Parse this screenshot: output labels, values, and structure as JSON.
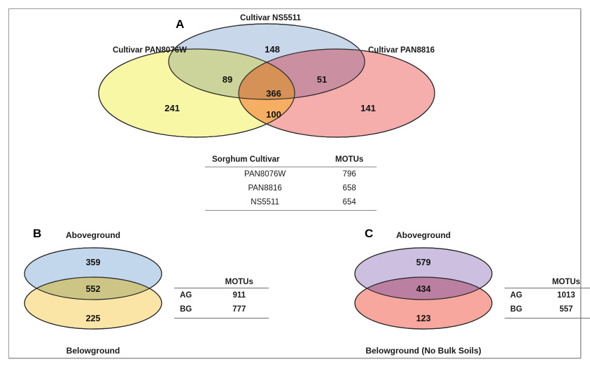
{
  "figure": {
    "panels": [
      {
        "letter": "A",
        "type": "venn3",
        "set_labels": [
          "Cultivar PAN8076W",
          "Cultivar NS5511",
          "Cultivar PAN8816"
        ],
        "regions": {
          "ns5511_only": "148",
          "pan8076w_only": "241",
          "pan8816_only": "141",
          "pan8076w_ns5511": "89",
          "ns5511_pan8816": "51",
          "pan8076w_pan8816": "100",
          "all_three": "366"
        },
        "colors": {
          "pan8076w": "#f8f7a6",
          "ns5511": "#c3d3e8",
          "pan8816": "#f4a7a5",
          "stroke": "#2b2b2b"
        },
        "table": {
          "headers": [
            "Sorghum Cultivar",
            "MOTUs"
          ],
          "rows": [
            [
              "PAN8076W",
              "796"
            ],
            [
              "PAN8816",
              "658"
            ],
            [
              "NS5511",
              "654"
            ]
          ]
        }
      },
      {
        "letter": "B",
        "type": "venn2",
        "top_label": "Aboveground",
        "bottom_label": "Belowground",
        "regions": {
          "top_only": "359",
          "overlap": "552",
          "bottom_only": "225"
        },
        "colors": {
          "top": "#c3d7ec",
          "bottom": "#fae4a6",
          "overlap": "#ccc585",
          "stroke": "#2b2b2b"
        },
        "table": {
          "headers": [
            "",
            "MOTUs"
          ],
          "rows": [
            [
              "AG",
              "911"
            ],
            [
              "BG",
              "777"
            ]
          ]
        }
      },
      {
        "letter": "C",
        "type": "venn2",
        "top_label": "Aboveground",
        "bottom_label": "Belowground (No Bulk Soils)",
        "regions": {
          "top_only": "579",
          "overlap": "434",
          "bottom_only": "123"
        },
        "colors": {
          "top": "#cdbfdf",
          "bottom": "#f7a79e",
          "overlap": "#bb7fa1",
          "stroke": "#2b2b2b"
        },
        "table": {
          "headers": [
            "",
            "MOTUs"
          ],
          "rows": [
            [
              "AG",
              "1013"
            ],
            [
              "BG",
              "557"
            ]
          ]
        }
      }
    ]
  },
  "chart_data": {
    "type": "table",
    "title": "MOTU overlap among sorghum cultivars and above/belowground compartments",
    "diagrams": [
      {
        "panel": "A",
        "kind": "venn3",
        "sets": [
          "Cultivar PAN8076W",
          "Cultivar NS5511",
          "Cultivar PAN8816"
        ],
        "region_values": {
          "PAN8076W only": 241,
          "NS5511 only": 148,
          "PAN8816 only": 141,
          "PAN8076W & NS5511": 89,
          "NS5511 & PAN8816": 51,
          "PAN8076W & PAN8816": 100,
          "all three": 366
        },
        "totals": {
          "PAN8076W": 796,
          "PAN8816": 658,
          "NS5511": 654
        }
      },
      {
        "panel": "B",
        "kind": "venn2",
        "sets": [
          "Aboveground",
          "Belowground"
        ],
        "region_values": {
          "Aboveground only": 359,
          "shared": 552,
          "Belowground only": 225
        },
        "totals": {
          "AG": 911,
          "BG": 777
        }
      },
      {
        "panel": "C",
        "kind": "venn2",
        "sets": [
          "Aboveground",
          "Belowground (No Bulk Soils)"
        ],
        "region_values": {
          "Aboveground only": 579,
          "shared": 434,
          "Belowground only": 123
        },
        "totals": {
          "AG": 1013,
          "BG": 557
        }
      }
    ]
  }
}
